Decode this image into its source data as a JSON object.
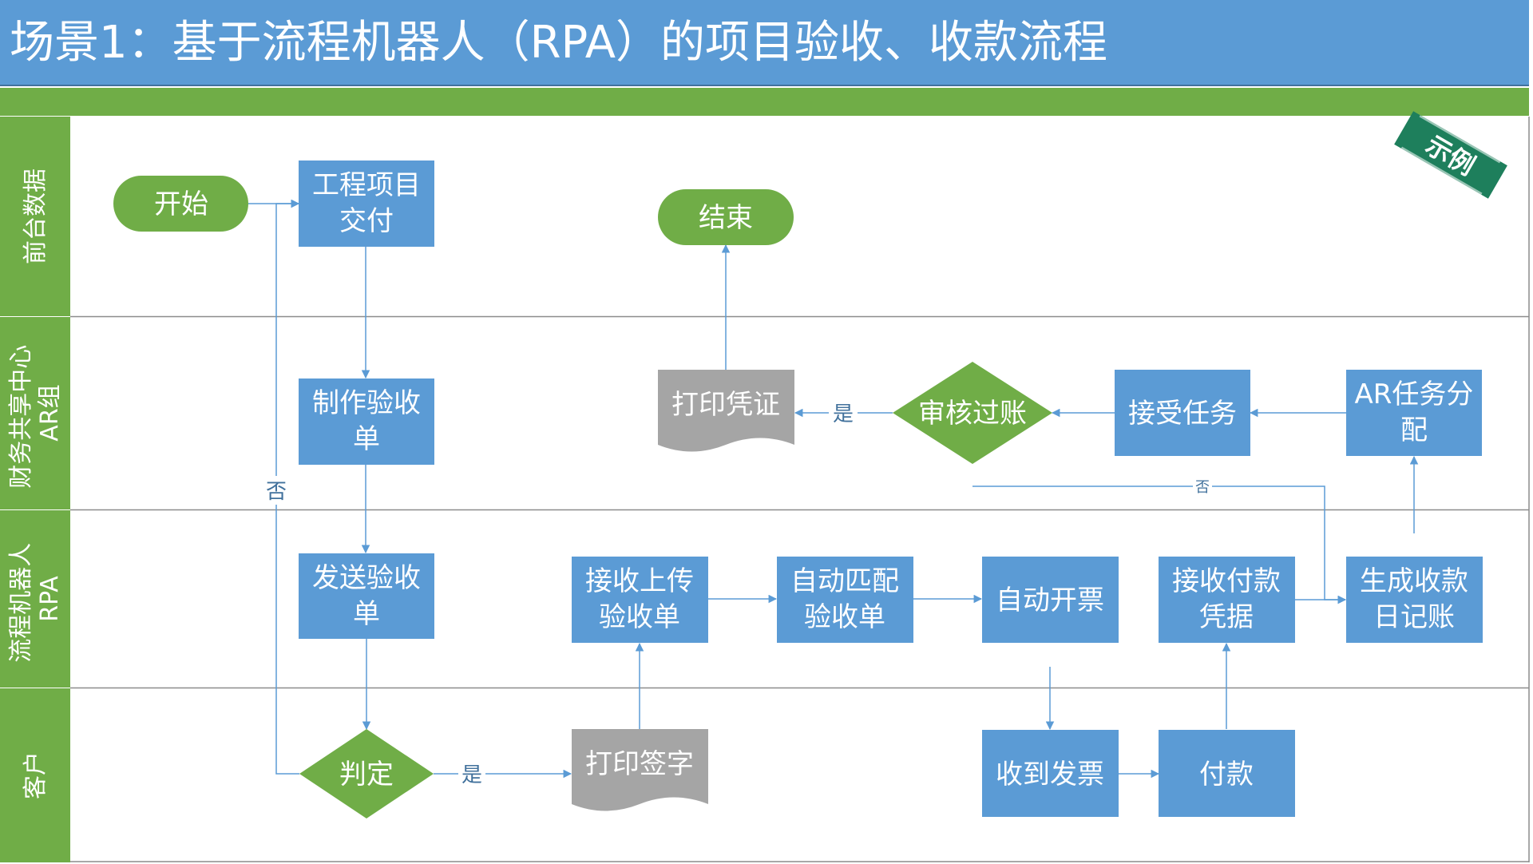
{
  "title": "场景1：基于流程机器人（RPA）的项目验收、收款流程",
  "stamp": "示例",
  "lanes": [
    {
      "lines": [
        "前台数据"
      ]
    },
    {
      "lines": [
        "财务共享中心",
        "AR组"
      ]
    },
    {
      "lines": [
        "流程机器人",
        "RPA"
      ]
    },
    {
      "lines": [
        "客户"
      ]
    }
  ],
  "nodes": {
    "start": [
      "开始"
    ],
    "project_delivery": [
      "工程项目",
      "交付"
    ],
    "end": [
      "结束"
    ],
    "make_acceptance": [
      "制作验收",
      "单"
    ],
    "print_voucher": [
      "打印凭证"
    ],
    "review_post": [
      "审核过账"
    ],
    "accept_task": [
      "接受任务"
    ],
    "ar_assign": [
      "AR任务分",
      "配"
    ],
    "send_acceptance": [
      "发送验收",
      "单"
    ],
    "receive_upload": [
      "接收上传",
      "验收单"
    ],
    "auto_match": [
      "自动匹配",
      "验收单"
    ],
    "auto_invoice": [
      "自动开票"
    ],
    "receive_payment_voucher": [
      "接收付款",
      "凭据"
    ],
    "generate_journal": [
      "生成收款",
      "日记账"
    ],
    "judge": [
      "判定"
    ],
    "print_sign": [
      "打印签字"
    ],
    "receive_invoice": [
      "收到发票"
    ],
    "payment": [
      "付款"
    ]
  },
  "edge_labels": {
    "judge_yes": "是",
    "judge_no": "否",
    "review_yes": "是",
    "review_no": "否"
  },
  "colors": {
    "title_blue": "#5b9bd5",
    "lane_green": "#70ad47",
    "process_blue": "#5b9bd5",
    "document_gray": "#a5a5a5",
    "stamp_green": "#1e7f5c",
    "arrow": "#5b9bd5"
  }
}
